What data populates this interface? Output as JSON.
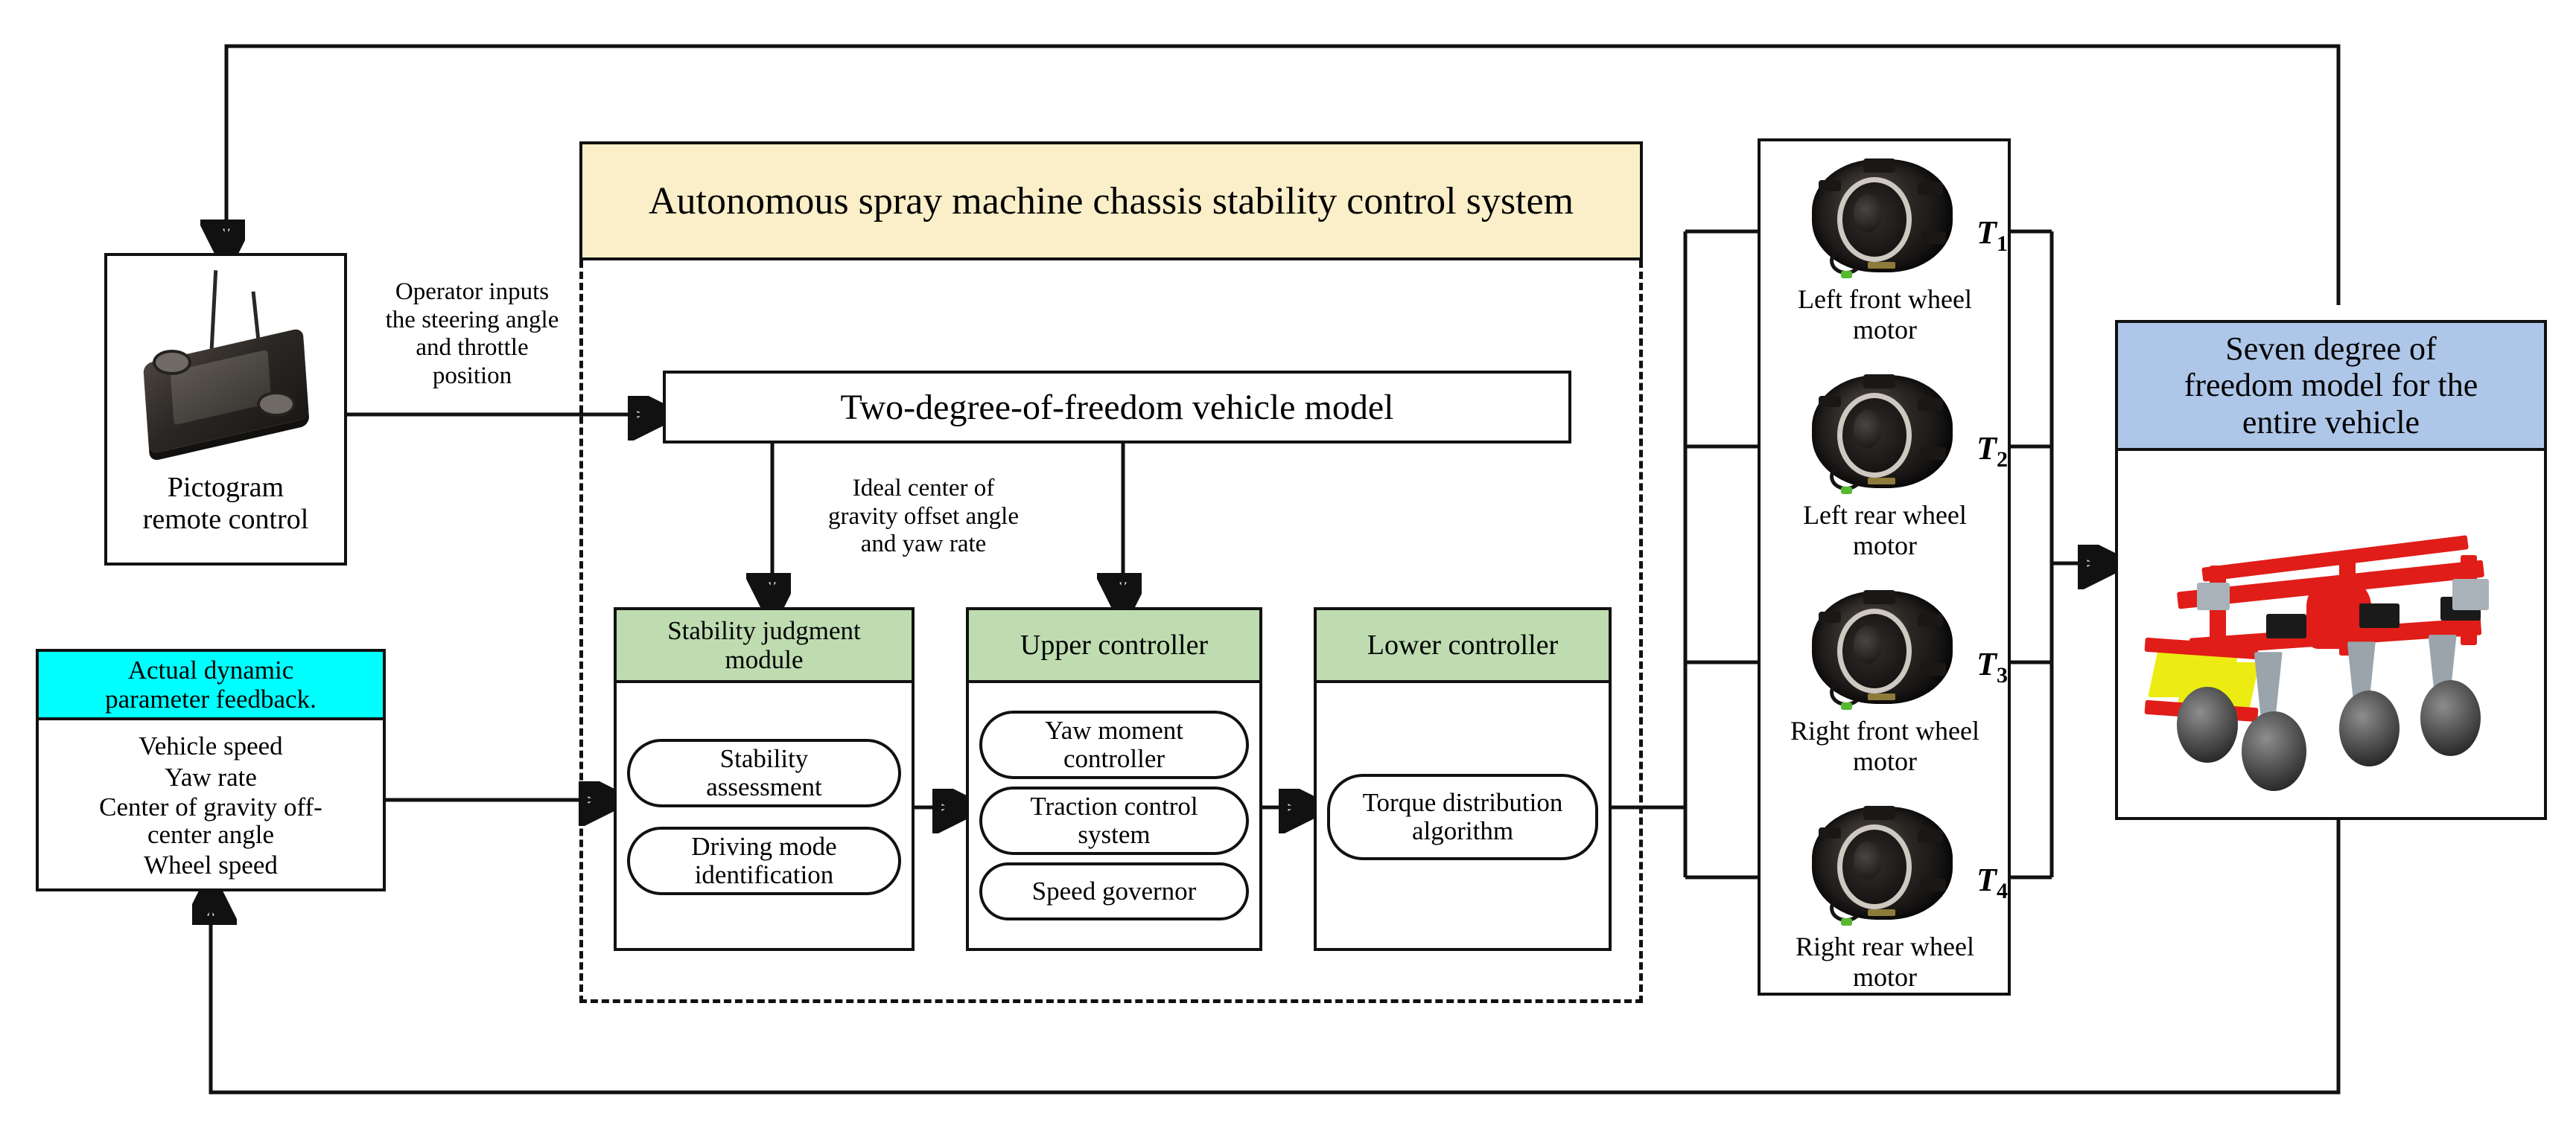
{
  "diagram": {
    "title_banner": "Autonomous spray machine chassis stability control system",
    "remote": {
      "caption": "Pictogram\nremote control"
    },
    "edge_labels": {
      "operator_input": "Operator inputs\nthe steering angle\nand throttle\nposition",
      "ideal_state": "Ideal center of\ngravity offset angle\nand yaw rate"
    },
    "feedback_box": {
      "header": "Actual dynamic\nparameter feedback.",
      "items": [
        "Vehicle speed",
        "Yaw rate",
        "Center of gravity off-\ncenter angle",
        "Wheel speed"
      ]
    },
    "vehicle_model_box": {
      "label": "Two-degree-of-freedom vehicle model"
    },
    "controllers": [
      {
        "header": "Stability judgment\nmodule",
        "pills": [
          "Stability\nassessment",
          "Driving mode\nidentification"
        ]
      },
      {
        "header": "Upper controller",
        "pills": [
          "Yaw moment\ncontroller",
          "Traction control\nsystem",
          "Speed governor"
        ]
      },
      {
        "header": "Lower controller",
        "pills": [
          "Torque distribution\nalgorithm"
        ]
      }
    ],
    "motors": [
      {
        "caption": "Left front wheel\nmotor",
        "torque_symbol": "T",
        "torque_index": "1"
      },
      {
        "caption": "Left rear wheel\nmotor",
        "torque_symbol": "T",
        "torque_index": "2"
      },
      {
        "caption": "Right front wheel\nmotor",
        "torque_symbol": "T",
        "torque_index": "3"
      },
      {
        "caption": "Right rear wheel\nmotor",
        "torque_symbol": "T",
        "torque_index": "4"
      }
    ],
    "plant_box": {
      "header": "Seven degree of\nfreedom model for the\nentire vehicle"
    },
    "colors": {
      "banner_fill": "#FAEFC8",
      "controller_header_fill": "#BEDCB0",
      "feedback_header_fill": "#00FFFF",
      "plant_header_fill": "#AEC6E8",
      "stroke": "#111111",
      "page_background": "#FFFFFF"
    }
  }
}
